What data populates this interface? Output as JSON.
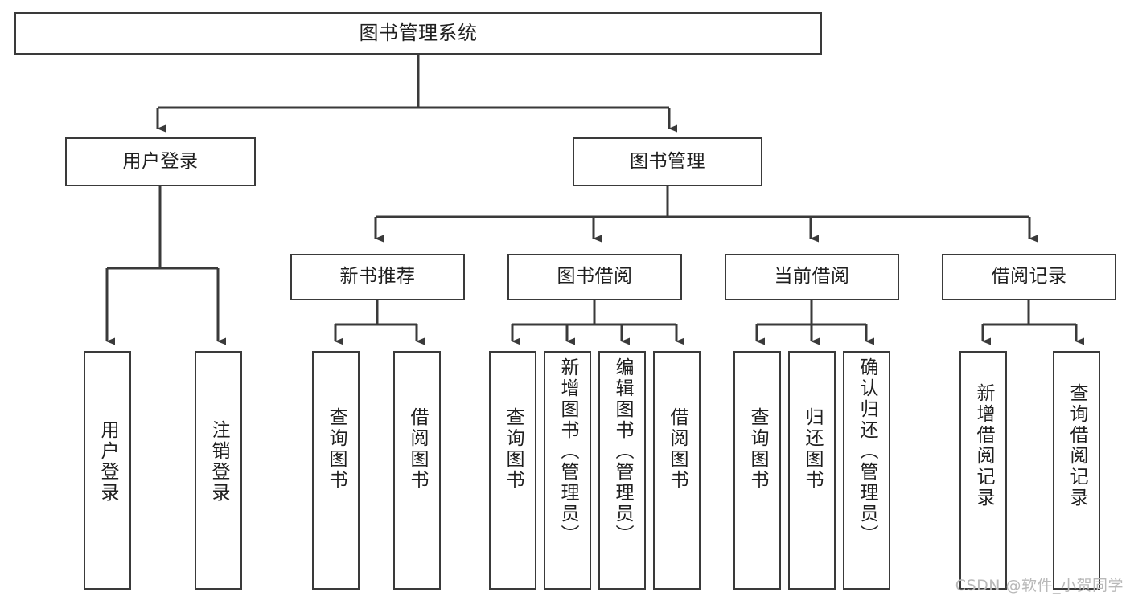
{
  "diagram": {
    "title": "图书管理系统",
    "root": {
      "label": "图书管理系统"
    },
    "level2": [
      {
        "label": "用户登录"
      },
      {
        "label": "图书管理"
      }
    ],
    "level3": [
      {
        "label": "新书推荐"
      },
      {
        "label": "图书借阅"
      },
      {
        "label": "当前借阅"
      },
      {
        "label": "借阅记录"
      }
    ],
    "leaves": {
      "user_login": [
        {
          "label": "用户登录"
        },
        {
          "label": "注销登录"
        }
      ],
      "new_book_recommend": [
        {
          "label": "查询图书"
        },
        {
          "label": "借阅图书"
        }
      ],
      "book_borrow": [
        {
          "label": "查询图书"
        },
        {
          "label": "新增图书（管理员）"
        },
        {
          "label": "编辑图书（管理员）"
        },
        {
          "label": "借阅图书"
        }
      ],
      "current_borrow": [
        {
          "label": "查询图书"
        },
        {
          "label": "归还图书"
        },
        {
          "label": "确认归还（管理员）"
        }
      ],
      "borrow_record": [
        {
          "label": "新增借阅记录"
        },
        {
          "label": "查询借阅记录"
        }
      ]
    }
  },
  "watermark": {
    "text": "CSDN @软件_小贺同学"
  },
  "colors": {
    "line": "#3a3a3a",
    "box_border": "#3a3a3a",
    "text": "#1f1f1f",
    "background": "#ffffff",
    "watermark": "#b9b9b9"
  }
}
